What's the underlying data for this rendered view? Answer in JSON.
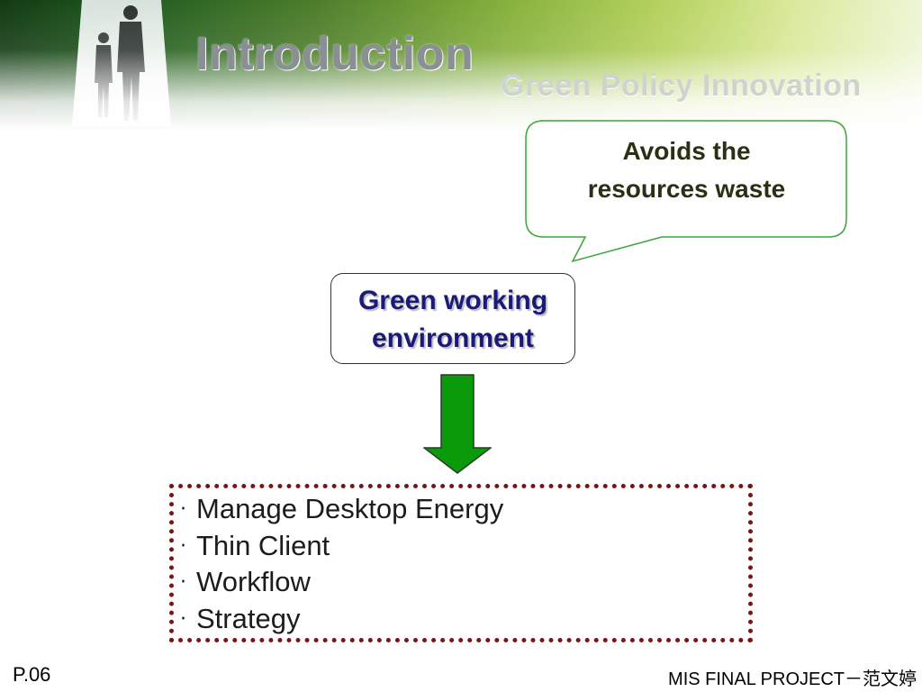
{
  "slide": {
    "title": "Introduction",
    "subtitle": "Green Policy Innovation"
  },
  "callout": {
    "line1": "Avoids the",
    "line2": "resources waste"
  },
  "center": {
    "line1": "Green working",
    "line2": "environment"
  },
  "list": {
    "bullet": "‧",
    "items": [
      "Manage Desktop Energy",
      "Thin Client",
      "Workflow",
      "Strategy"
    ]
  },
  "footer": {
    "page": "P.06",
    "right": "MIS FINAL PROJECT－范文婷"
  },
  "colors": {
    "arrow": "#0a9a0a",
    "bubble_border": "#3aa63a",
    "list_border": "#7a1414",
    "center_text": "#1a1a78"
  },
  "icons": {
    "arrow": "down-arrow-icon",
    "header_image": "business-people-silhouette"
  }
}
